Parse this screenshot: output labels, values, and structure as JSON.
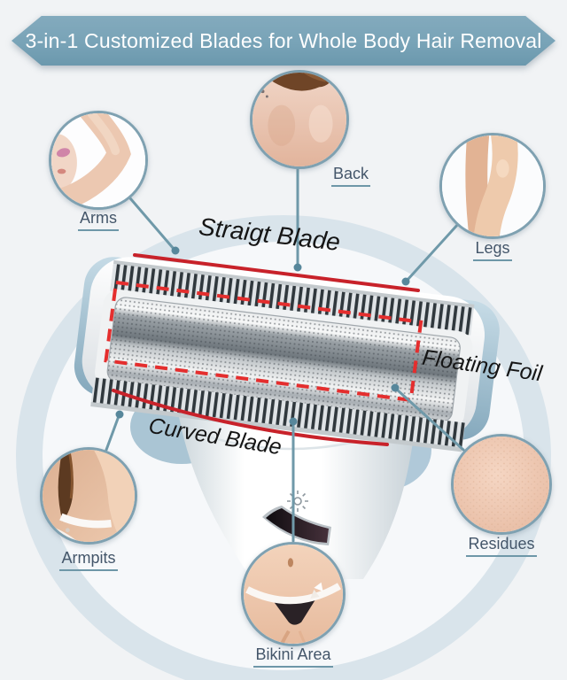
{
  "banner": {
    "title": "3-in-1 Customized Blades for Whole Body Hair Removal"
  },
  "callouts": {
    "arms": {
      "label": "Arms"
    },
    "back": {
      "label": "Back"
    },
    "legs": {
      "label": "Legs"
    },
    "armpits": {
      "label": "Armpits"
    },
    "bikini": {
      "label": "Bikini Area"
    },
    "residues": {
      "label": "Residues"
    }
  },
  "annotations": {
    "straight_blade": {
      "label": "Straigt Blade"
    },
    "floating_foil": {
      "label": "Floating Foil"
    },
    "curved_blade": {
      "label": "Curved Blade"
    }
  },
  "colors": {
    "banner_bg": "#78a3b7",
    "accent_red": "#c8222a",
    "dashed_red": "#e42e2e",
    "line_teal": "#6f99a9",
    "label_text": "#44566a",
    "ring": "#d9e4eb",
    "background": "#f1f3f5"
  }
}
